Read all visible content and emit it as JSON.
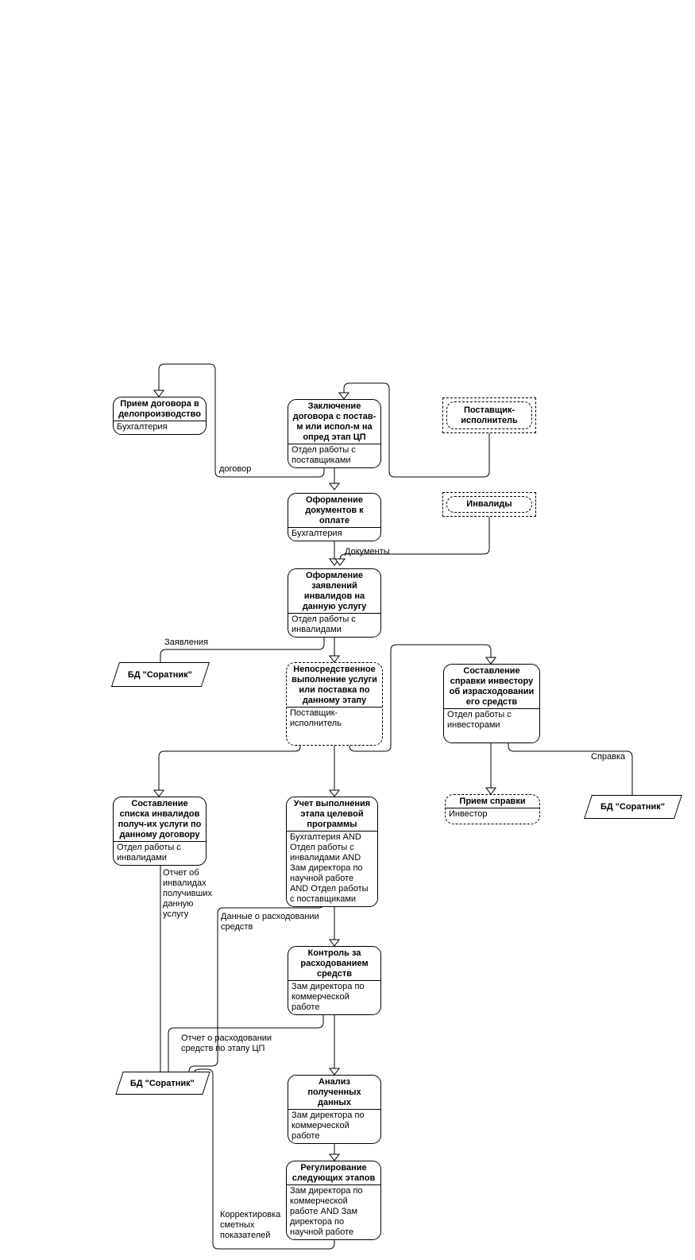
{
  "diagram": {
    "nodes": {
      "priem_dogovora": {
        "title": "Прием договора в делопроизводство",
        "role": "Бухгалтерия"
      },
      "zaklyuchenie": {
        "title": "Заключение договора с постав-м или испол-м на опред этап  ЦП",
        "role": "Отдел работы с поставщиками"
      },
      "postavshchik": {
        "title": "Поставщик-исполнитель"
      },
      "oformlenie_dok": {
        "title": "Оформление документов к оплате",
        "role": "Бухгалтерия"
      },
      "invalidy": {
        "title": "Инвалиды"
      },
      "oformlenie_zayav": {
        "title": "Оформление заявлений инвалидов на данную услугу",
        "role": "Отдел работы с инвалидами"
      },
      "bd_soratnik_1": {
        "title": "БД \"Соратник\""
      },
      "neposredstvennoe": {
        "title": "Непосредственное выполнение услуги или поставка по данному этапу",
        "role": "Поставщик-исполнитель"
      },
      "sostavlenie_spravki": {
        "title": "Составление справки инвестору об израсходовании его средств",
        "role": "Отдел работы с инвесторами"
      },
      "sostavlenie_spiska": {
        "title": "Составление списка инвалидов получ-их услуги по данному договору",
        "role": "Отдел работы с инвалидами"
      },
      "uchet": {
        "title": "Учет выполнения этапа целевой программы",
        "role": "Бухгалтерия AND Отдел работы с инвалидами AND Зам директора по научной работе AND Отдел работы с поставщиками"
      },
      "priem_spravki": {
        "title": "Прием справки",
        "role": "Инвестор"
      },
      "bd_soratnik_2": {
        "title": "БД \"Соратник\""
      },
      "kontrol": {
        "title": "Контроль за расходованием средств",
        "role": "Зам директора по коммерческой работе"
      },
      "analiz": {
        "title": "Анализ полученных данных",
        "role": "Зам директора по коммерческой работе"
      },
      "regulirovanie": {
        "title": "Регулирование следующих этапов",
        "role": "Зам директора по коммерческой работе AND Зам директора по научной работе"
      },
      "bd_soratnik_3": {
        "title": "БД \"Соратник\""
      }
    },
    "edge_labels": {
      "dogovor": "договор",
      "dokumenty": "Документы",
      "zayavleniya": "Заявления",
      "spravka": "Справка",
      "otchet_invalidah": "Отчет об инвалидах получивших данную услугу",
      "dannye_rashod": "Данные о расходовании средств",
      "otchet_rashod": "Отчет о расходовании средств по этапу ЦП",
      "korrektirovka": "Корректировка сметных показателей"
    }
  }
}
